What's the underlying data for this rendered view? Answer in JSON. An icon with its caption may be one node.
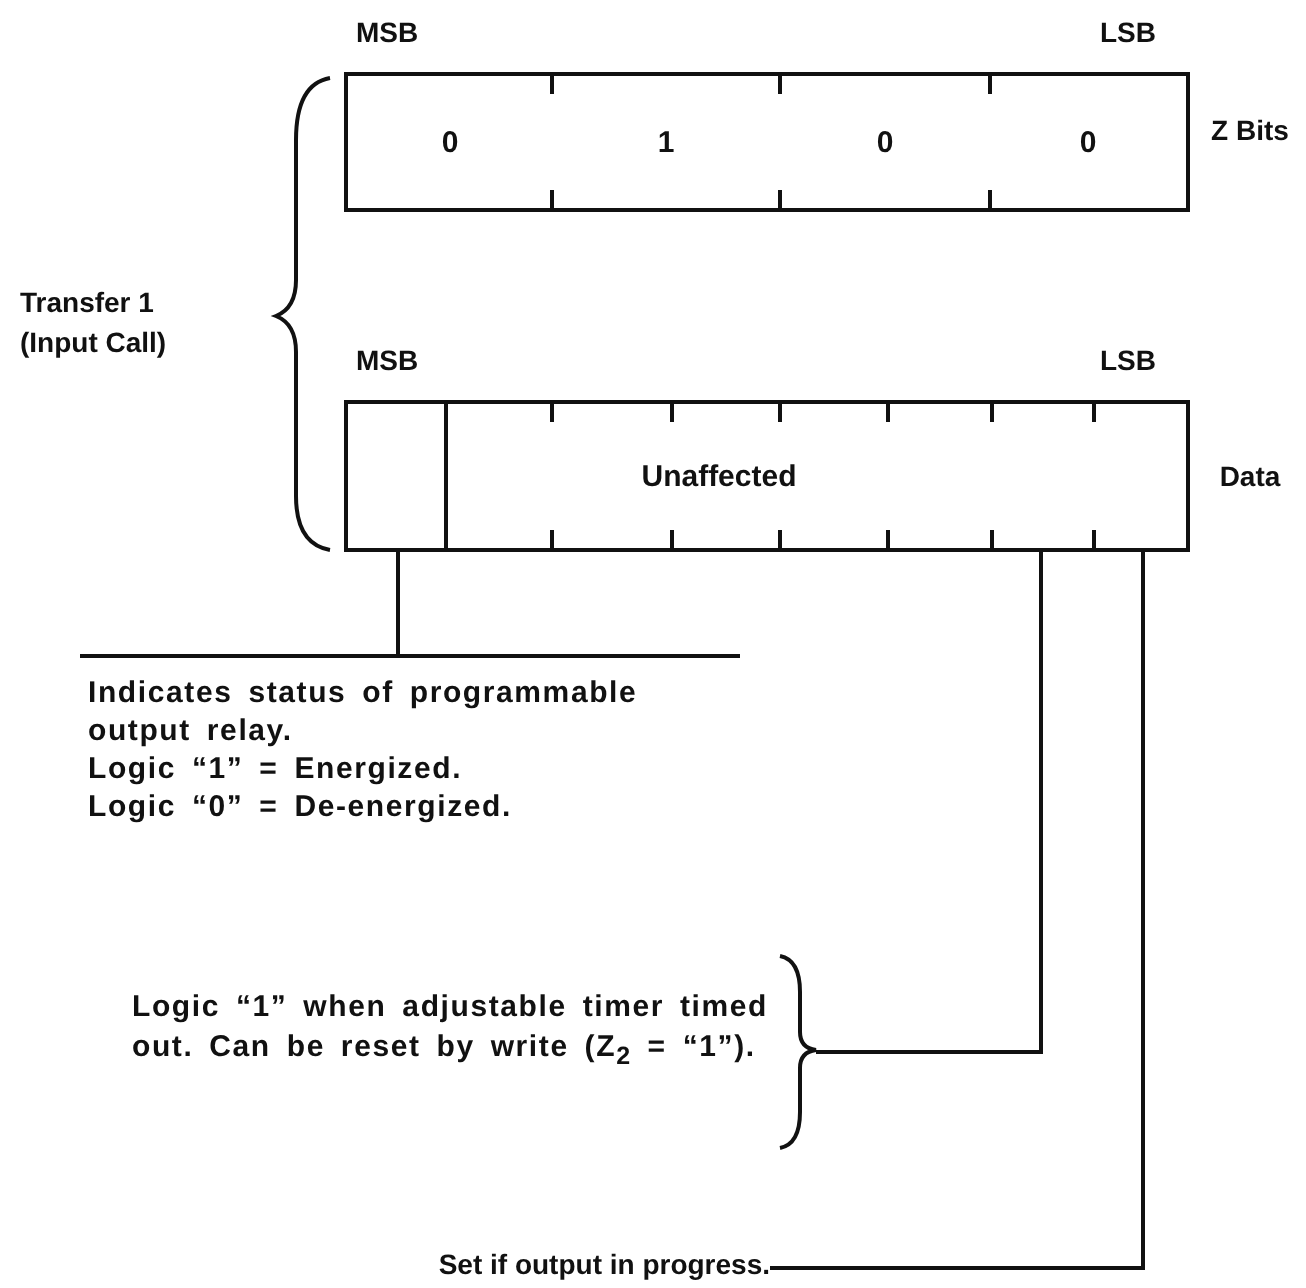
{
  "diagram": {
    "nodes": [
      {
        "text": [],
        "shape": "box",
        "beside": [
          "Z Bits"
        ]
      },
      {
        "text": [
          "0"
        ],
        "in": 0
      },
      {
        "text": [
          "1"
        ],
        "in": 0
      },
      {
        "text": [
          "0"
        ],
        "in": 0
      },
      {
        "text": [
          "0"
        ],
        "in": 0
      },
      {
        "text": [],
        "shape": "box",
        "beside": [
          "Data"
        ]
      },
      {
        "text": [],
        "shape": "box",
        "in": 5
      },
      {
        "text": [
          "Unaffected"
        ],
        "in": 5
      },
      {
        "text": [],
        "shape": "box",
        "in": 5
      },
      {
        "text": [],
        "shape": "box",
        "in": 5
      },
      {
        "text": [
          "Indicates status of programmable output relay.",
          "Logic “1” = Energized.",
          "Logic “0” = De-energized."
        ]
      },
      {
        "text": [
          "Logic “1” when adjustable timer timed out.  Can be reset by write (Z$_{2}$ = “1”)."
        ]
      },
      {
        "text": [
          "Set if output in progress."
        ]
      }
    ],
    "edges": [
      {
        "from": 6,
        "to": 10,
        "arrow": "none"
      },
      {
        "from": 8,
        "to": 11,
        "arrow": "none"
      },
      {
        "from": 9,
        "to": 12,
        "arrow": "none"
      }
    ],
    "labels": [
      "MSB",
      "LSB",
      "Transfer 1 (Input Call)",
      "MSB",
      "LSB"
    ]
  }
}
